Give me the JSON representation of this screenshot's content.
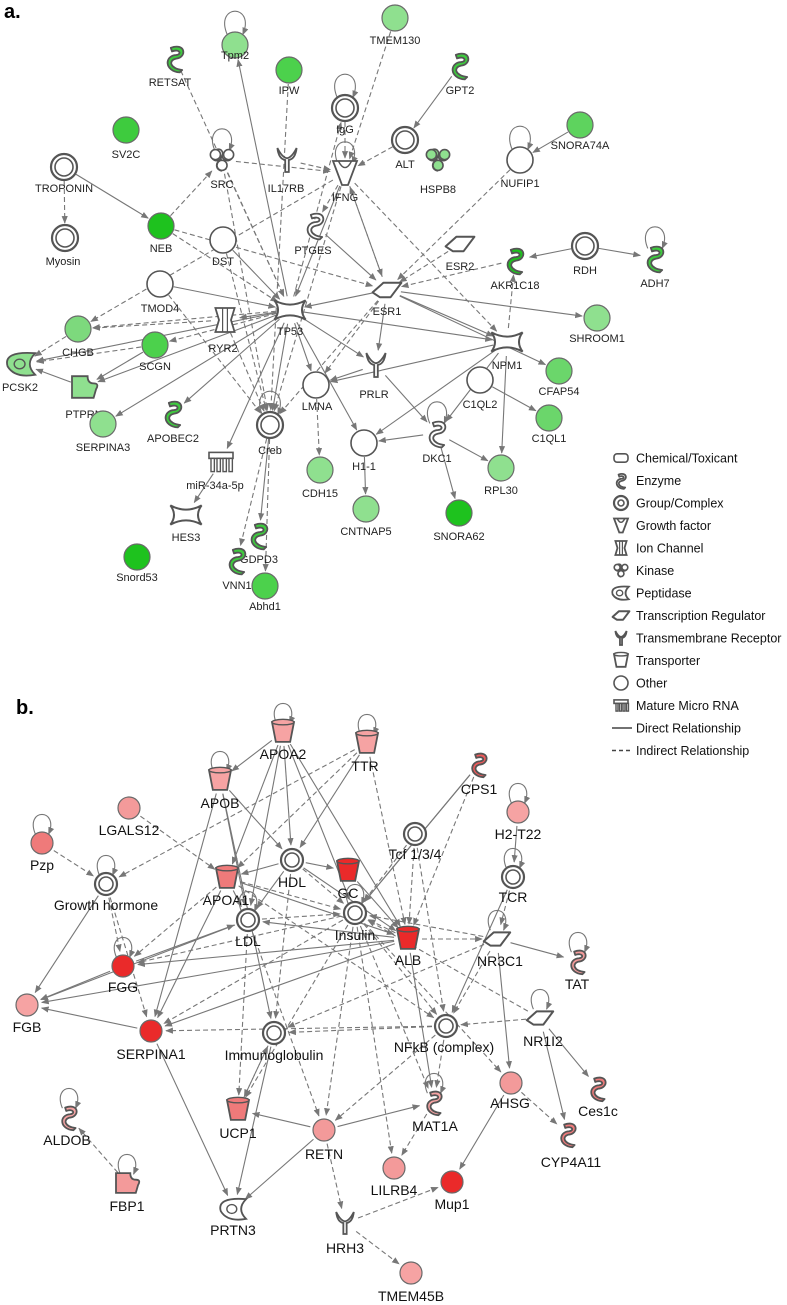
{
  "panels": [
    {
      "label": "a.",
      "nodes": [
        {
          "id": "tpm2",
          "label": "Tpm2",
          "type": "circle",
          "fill": "#8fe08f"
        },
        {
          "id": "tmem130",
          "label": "TMEM130",
          "type": "circle",
          "fill": "#8fe08f"
        },
        {
          "id": "retsat",
          "label": "RETSAT",
          "type": "enzyme",
          "fill": "#3ecb3e"
        },
        {
          "id": "ipw",
          "label": "IPW",
          "type": "circle",
          "fill": "#4cd14c"
        },
        {
          "id": "gpt2",
          "label": "GPT2",
          "type": "enzyme",
          "fill": "#3ecb3e"
        },
        {
          "id": "igg",
          "label": "IgG",
          "type": "group",
          "fill": "#ffffff"
        },
        {
          "id": "sv2c",
          "label": "SV2C",
          "type": "circle",
          "fill": "#3ecb3e"
        },
        {
          "id": "alt",
          "label": "ALT",
          "type": "group",
          "fill": "#ffffff"
        },
        {
          "id": "snora74a",
          "label": "SNORA74A",
          "type": "circle",
          "fill": "#5ed35e"
        },
        {
          "id": "il17rb",
          "label": "IL17RB",
          "type": "receptor",
          "fill": "#ffffff"
        },
        {
          "id": "hspb8",
          "label": "HSPB8",
          "type": "kinase",
          "fill": "#8fe08f"
        },
        {
          "id": "troponin",
          "label": "TROPONIN",
          "type": "group",
          "fill": "#ffffff"
        },
        {
          "id": "src",
          "label": "SRC",
          "type": "kinase",
          "fill": "#ffffff"
        },
        {
          "id": "ifng",
          "label": "IFNG",
          "type": "growth",
          "fill": "#ffffff"
        },
        {
          "id": "nufip1",
          "label": "NUFIP1",
          "type": "circle",
          "fill": "#ffffff"
        },
        {
          "id": "neb",
          "label": "NEB",
          "type": "circle",
          "fill": "#1ec21e"
        },
        {
          "id": "ptges",
          "label": "PTGES",
          "type": "enzyme",
          "fill": "#ffffff"
        },
        {
          "id": "esr2",
          "label": "ESR2",
          "type": "tr",
          "fill": "#ffffff"
        },
        {
          "id": "myosin",
          "label": "Myosin",
          "type": "group",
          "fill": "#ffffff"
        },
        {
          "id": "dst",
          "label": "DST",
          "type": "circle",
          "fill": "#ffffff"
        },
        {
          "id": "akr1c18",
          "label": "AKR1C18",
          "type": "enzyme",
          "fill": "#1ec21e"
        },
        {
          "id": "rdh",
          "label": "RDH",
          "type": "group",
          "fill": "#ffffff"
        },
        {
          "id": "adh7",
          "label": "ADH7",
          "type": "enzyme",
          "fill": "#3ecb3e"
        },
        {
          "id": "tmod4",
          "label": "TMOD4",
          "type": "circle",
          "fill": "#ffffff"
        },
        {
          "id": "esr1",
          "label": "ESR1",
          "type": "tr",
          "fill": "#ffffff"
        },
        {
          "id": "chgb",
          "label": "CHGB",
          "type": "circle",
          "fill": "#7dd97d"
        },
        {
          "id": "tp53",
          "label": "TP53",
          "type": "tf",
          "fill": "#ffffff"
        },
        {
          "id": "shroom1",
          "label": "SHROOM1",
          "type": "circle",
          "fill": "#8fe08f"
        },
        {
          "id": "ryr2",
          "label": "RYR2",
          "type": "ion",
          "fill": "#ffffff"
        },
        {
          "id": "scgn",
          "label": "SCGN",
          "type": "circle",
          "fill": "#4cd14c"
        },
        {
          "id": "npm1",
          "label": "NPM1",
          "type": "tf",
          "fill": "#ffffff"
        },
        {
          "id": "pcsk2",
          "label": "PCSK2",
          "type": "peptidase",
          "fill": "#8fe08f"
        },
        {
          "id": "lmna",
          "label": "LMNA",
          "type": "circle",
          "fill": "#ffffff"
        },
        {
          "id": "prlr",
          "label": "PRLR",
          "type": "receptor",
          "fill": "#ffffff"
        },
        {
          "id": "ptprn",
          "label": "PTPRN",
          "type": "phosphatase",
          "fill": "#8fe08f"
        },
        {
          "id": "cfap54",
          "label": "CFAP54",
          "type": "circle",
          "fill": "#6bd66b"
        },
        {
          "id": "c1ql2",
          "label": "C1QL2",
          "type": "circle",
          "fill": "#ffffff"
        },
        {
          "id": "serpina3",
          "label": "SERPINA3",
          "type": "circle",
          "fill": "#8fe08f"
        },
        {
          "id": "apobec2",
          "label": "APOBEC2",
          "type": "enzyme",
          "fill": "#3ecb3e"
        },
        {
          "id": "mir34a",
          "label": "miR-34a-5p",
          "type": "mirna",
          "fill": "#ffffff"
        },
        {
          "id": "creb",
          "label": "Creb",
          "type": "group",
          "fill": "#ffffff"
        },
        {
          "id": "h11",
          "label": "H1-1",
          "type": "circle",
          "fill": "#ffffff"
        },
        {
          "id": "dkc1",
          "label": "DKC1",
          "type": "enzyme",
          "fill": "#ffffff"
        },
        {
          "id": "c1ql1",
          "label": "C1QL1",
          "type": "circle",
          "fill": "#6bd66b"
        },
        {
          "id": "rpl30",
          "label": "RPL30",
          "type": "circle",
          "fill": "#8fe08f"
        },
        {
          "id": "cdh15",
          "label": "CDH15",
          "type": "circle",
          "fill": "#8fe08f"
        },
        {
          "id": "hes3",
          "label": "HES3",
          "type": "tf",
          "fill": "#ffffff"
        },
        {
          "id": "cntnap5",
          "label": "CNTNAP5",
          "type": "circle",
          "fill": "#8fe08f"
        },
        {
          "id": "snora62",
          "label": "SNORA62",
          "type": "circle",
          "fill": "#1ec21e"
        },
        {
          "id": "gdpd3",
          "label": "GDPD3",
          "type": "enzyme",
          "fill": "#3ecb3e"
        },
        {
          "id": "snord53",
          "label": "Snord53",
          "type": "circle",
          "fill": "#1ec21e"
        },
        {
          "id": "vnn1",
          "label": "VNN1",
          "type": "enzyme",
          "fill": "#3ecb3e"
        },
        {
          "id": "abhd1",
          "label": "Abhd1",
          "type": "circle",
          "fill": "#4cd14c"
        }
      ]
    },
    {
      "label": "b.",
      "nodes": [
        {
          "id": "apoa2",
          "label": "APOA2",
          "type": "transporter",
          "fill": "#f6a3a3"
        },
        {
          "id": "ttr",
          "label": "TTR",
          "type": "transporter",
          "fill": "#f6a3a3"
        },
        {
          "id": "apob",
          "label": "APOB",
          "type": "transporter",
          "fill": "#f6a3a3"
        },
        {
          "id": "cps1",
          "label": "CPS1",
          "type": "enzyme",
          "fill": "#ec5a5a"
        },
        {
          "id": "lgals12",
          "label": "LGALS12",
          "type": "circle",
          "fill": "#f39a9a"
        },
        {
          "id": "h2t22",
          "label": "H2-T22",
          "type": "circle",
          "fill": "#f6a3a3"
        },
        {
          "id": "tcf134",
          "label": "Tcf 1/3/4",
          "type": "group",
          "fill": "#ffffff"
        },
        {
          "id": "pzp",
          "label": "Pzp",
          "type": "circle",
          "fill": "#ef7a7a"
        },
        {
          "id": "hdl",
          "label": "HDL",
          "type": "group",
          "fill": "#ffffff"
        },
        {
          "id": "gc",
          "label": "GC",
          "type": "transporter",
          "fill": "#ea2a2a"
        },
        {
          "id": "apoa1",
          "label": "APOA1",
          "type": "transporter",
          "fill": "#ef7a7a"
        },
        {
          "id": "growth",
          "label": "Growth hormone",
          "type": "group",
          "fill": "#ffffff"
        },
        {
          "id": "tcr",
          "label": "TCR",
          "type": "group",
          "fill": "#ffffff"
        },
        {
          "id": "alb",
          "label": "ALB",
          "type": "transporter",
          "fill": "#ea2a2a"
        },
        {
          "id": "nr3c1",
          "label": "NR3C1",
          "type": "tr",
          "fill": "#ffffff"
        },
        {
          "id": "tat",
          "label": "TAT",
          "type": "enzyme",
          "fill": "#f39a9a"
        },
        {
          "id": "fgg",
          "label": "FGG",
          "type": "circle",
          "fill": "#ea2a2a"
        },
        {
          "id": "ldl",
          "label": "LDL",
          "type": "group",
          "fill": "#ffffff"
        },
        {
          "id": "insulin",
          "label": "Insulin",
          "type": "group",
          "fill": "#ffffff"
        },
        {
          "id": "fgb",
          "label": "FGB",
          "type": "circle",
          "fill": "#f6a3a3"
        },
        {
          "id": "nfkb",
          "label": "NFkB (complex)",
          "type": "group",
          "fill": "#ffffff"
        },
        {
          "id": "nr1i2",
          "label": "NR1I2",
          "type": "tr",
          "fill": "#ffffff"
        },
        {
          "id": "serpina1",
          "label": "SERPINA1",
          "type": "circle",
          "fill": "#ea2a2a"
        },
        {
          "id": "immuno",
          "label": "Immunoglobulin",
          "type": "group",
          "fill": "#ffffff"
        },
        {
          "id": "ces1c",
          "label": "Ces1c",
          "type": "enzyme",
          "fill": "#ef7a7a"
        },
        {
          "id": "ahsg",
          "label": "AHSG",
          "type": "circle",
          "fill": "#f39a9a"
        },
        {
          "id": "aldob",
          "label": "ALDOB",
          "type": "enzyme",
          "fill": "#f6a3a3"
        },
        {
          "id": "ucp1",
          "label": "UCP1",
          "type": "transporter",
          "fill": "#ef7a7a"
        },
        {
          "id": "mat1a",
          "label": "MAT1A",
          "type": "enzyme",
          "fill": "#f6a3a3"
        },
        {
          "id": "retn",
          "label": "RETN",
          "type": "circle",
          "fill": "#f39a9a"
        },
        {
          "id": "cyp4a11",
          "label": "CYP4A11",
          "type": "enzyme",
          "fill": "#ef7a7a"
        },
        {
          "id": "lilrb4",
          "label": "LILRB4",
          "type": "circle",
          "fill": "#f39a9a"
        },
        {
          "id": "fbp1",
          "label": "FBP1",
          "type": "phosphatase",
          "fill": "#f39a9a"
        },
        {
          "id": "mup1",
          "label": "Mup1",
          "type": "circle",
          "fill": "#ea2a2a"
        },
        {
          "id": "prtn3",
          "label": "PRTN3",
          "type": "peptidase",
          "fill": "#ffffff"
        },
        {
          "id": "hrh3",
          "label": "HRH3",
          "type": "receptor",
          "fill": "#ffffff"
        },
        {
          "id": "tmem45b",
          "label": "TMEM45B",
          "type": "circle",
          "fill": "#f6a3a3"
        }
      ]
    }
  ],
  "legend": [
    {
      "icon": "chemical-icon",
      "type": "chemical",
      "label": "Chemical/Toxicant"
    },
    {
      "icon": "enzyme-icon",
      "type": "enzyme",
      "label": "Enzyme"
    },
    {
      "icon": "group-complex-icon",
      "type": "group",
      "label": "Group/Complex"
    },
    {
      "icon": "growth-factor-icon",
      "type": "growth",
      "label": "Growth factor"
    },
    {
      "icon": "ion-channel-icon",
      "type": "ion",
      "label": "Ion Channel"
    },
    {
      "icon": "kinase-icon",
      "type": "kinase",
      "label": "Kinase"
    },
    {
      "icon": "peptidase-icon",
      "type": "peptidase",
      "label": "Peptidase"
    },
    {
      "icon": "transcription-regulator-icon",
      "type": "tr",
      "label": "Transcription Regulator"
    },
    {
      "icon": "transmembrane-receptor-icon",
      "type": "receptor",
      "label": "Transmembrane Receptor"
    },
    {
      "icon": "transporter-icon",
      "type": "transporter",
      "label": "Transporter"
    },
    {
      "icon": "other-icon",
      "type": "circle",
      "label": "Other"
    },
    {
      "icon": "mirna-icon",
      "type": "mirna",
      "label": "Mature Micro RNA"
    },
    {
      "icon": "solid-line-icon",
      "type": "line-solid",
      "label": "Direct Relationship"
    },
    {
      "icon": "dashed-line-icon",
      "type": "line-dashed",
      "label": "Indirect Relationship"
    }
  ]
}
